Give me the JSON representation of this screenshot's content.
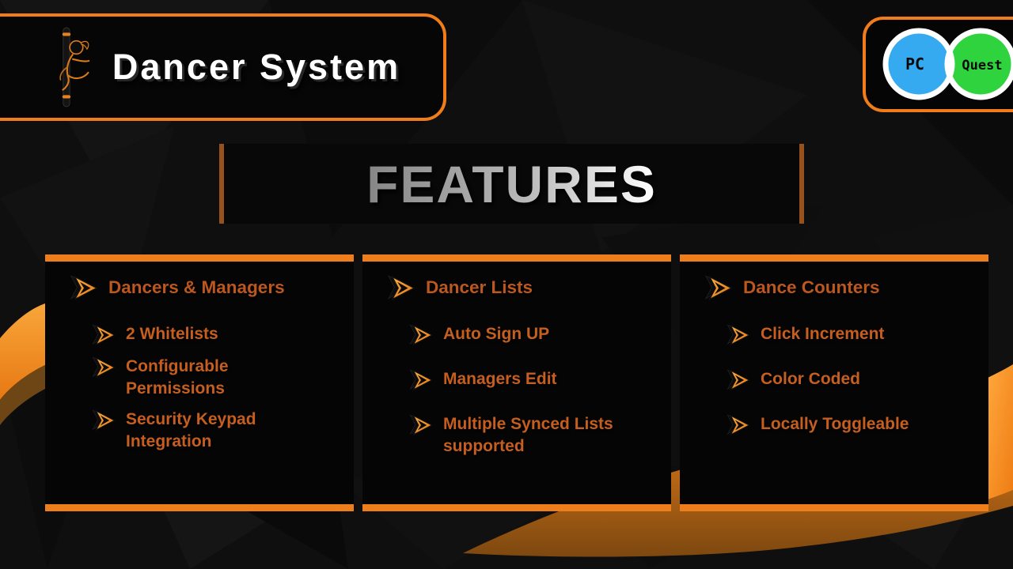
{
  "brand": {
    "title": "Dancer System",
    "logo_icon": "pole-dancer-icon"
  },
  "platform_badge": {
    "pc_label": "PC",
    "quest_label": "Quest",
    "pc_color": "#35aaf0",
    "quest_color": "#2ed33e"
  },
  "heading": {
    "title": "FEATURES"
  },
  "cards": [
    {
      "title": "Dancers & Managers",
      "items": [
        "2 Whitelists",
        "Configurable Permissions",
        "Security Keypad Integration"
      ]
    },
    {
      "title": "Dancer Lists",
      "items": [
        "Auto Sign UP",
        "Managers Edit",
        "Multiple Synced Lists supported"
      ]
    },
    {
      "title": "Dance Counters",
      "items": [
        "Click Increment",
        "Color Coded",
        "Locally Toggleable"
      ]
    }
  ],
  "theme": {
    "accent_orange": "#f07c1a",
    "bar_orange": "#ee7d1b",
    "text_orange": "#c55e1f",
    "band_border": "#96511d",
    "bullet_icon": "arrow-icon"
  }
}
